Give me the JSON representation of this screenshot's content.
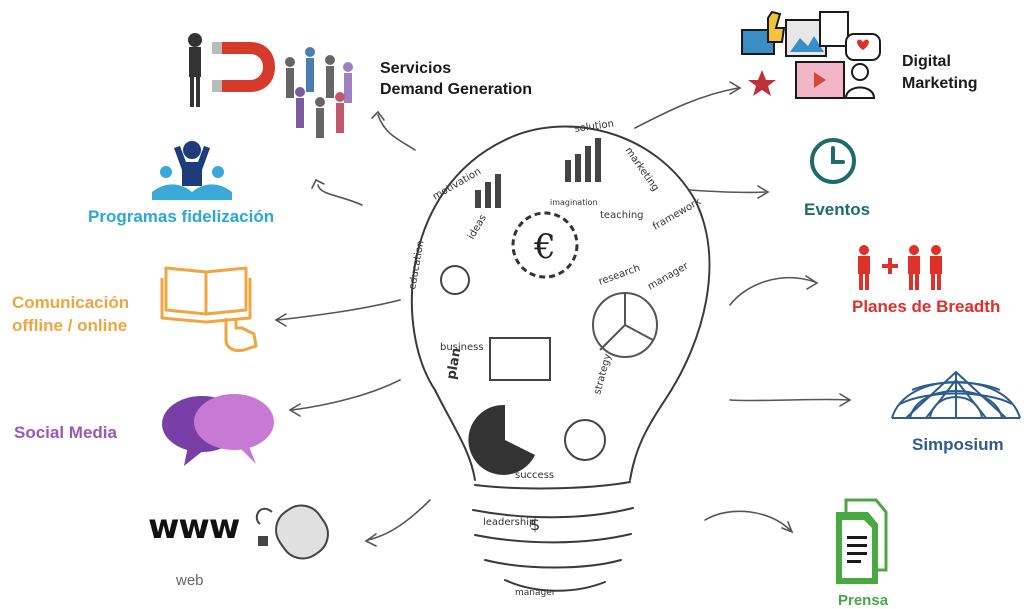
{
  "labels": {
    "servicios_line1": "Servicios",
    "servicios_line2": "Demand Generation",
    "programas": "Programas fidelización",
    "comunicacion_line1": "Comunicación",
    "comunicacion_line2": "offline / online",
    "social_media": "Social Media",
    "web": "web",
    "web_www": "www",
    "digital_line1": "Digital",
    "digital_line2": "Marketing",
    "eventos": "Eventos",
    "planes": "Planes de Breadth",
    "simposium": "Simposium",
    "prensa": "Prensa"
  },
  "bulb_doodle_words": {
    "euro": "€",
    "dollar": "$",
    "business": "business",
    "plan": "plan",
    "success": "success",
    "leadership": "leadership",
    "strategy": "strategy",
    "solution": "solution",
    "marketing": "marketing",
    "manager": "manager",
    "research": "research",
    "imagination": "imagination",
    "framework": "framework",
    "education": "education",
    "motivation": "motivation",
    "ideas": "ideas",
    "teaching": "teaching"
  },
  "colors": {
    "black": "#1a1a1a",
    "programas": "#2aa8d8",
    "comunicacion": "#f0a640",
    "social_media": "#9b59b6",
    "eventos": "#1e6b6b",
    "planes": "#e0302a",
    "simposium": "#2c5d8c",
    "prensa": "#4aa843",
    "web_grey": "#666666"
  },
  "icons": {
    "servicios": "magnet-people-icon",
    "programas": "raised-hands-icon",
    "comunicacion": "book-hand-icon",
    "social_media": "speech-bubbles-icon",
    "web": "computer-mouse-icon",
    "digital": "media-collage-icon",
    "eventos": "clock-icon",
    "planes": "people-plus-icon",
    "simposium": "globe-dome-icon",
    "prensa": "document-icon"
  }
}
